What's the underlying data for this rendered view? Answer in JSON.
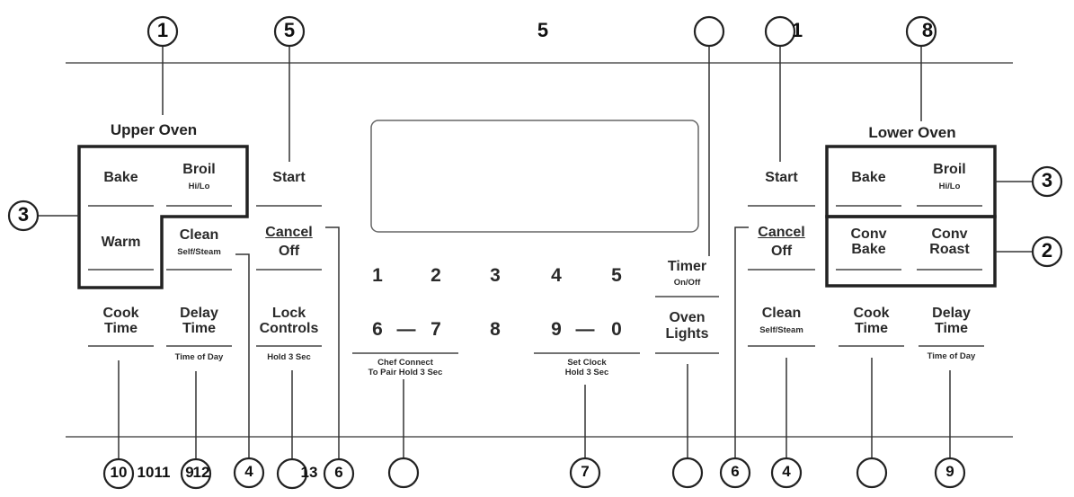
{
  "title_number": "5",
  "upper_oven": {
    "heading": "Upper Oven",
    "bake": "Bake",
    "broil": "Broil",
    "broil_sub": "Hi/Lo",
    "warm": "Warm",
    "clean": "Clean",
    "clean_sub": "Self/Steam",
    "start": "Start",
    "cancel": "Cancel",
    "off": "Off",
    "cook": "Cook",
    "cook_time": "Time",
    "delay": "Delay",
    "delay_time": "Time",
    "delay_sub": "Time of Day",
    "lock": "Lock",
    "lock_controls": "Controls",
    "lock_sub": "Hold 3 Sec"
  },
  "keypad": {
    "row1": [
      "1",
      "2",
      "3",
      "4",
      "5"
    ],
    "six": "6",
    "dash1": "—",
    "seven": "7",
    "eight": "8",
    "nine": "9",
    "dash2": "—",
    "zero": "0",
    "chef_line1": "Chef Connect",
    "chef_line2": "To Pair Hold 3 Sec",
    "clock_line1": "Set Clock",
    "clock_line2": "Hold 3 Sec"
  },
  "center": {
    "timer": "Timer",
    "timer_sub": "On/Off",
    "oven": "Oven",
    "lights": "Lights"
  },
  "lower_oven": {
    "heading": "Lower Oven",
    "start": "Start",
    "cancel": "Cancel",
    "off": "Off",
    "clean": "Clean",
    "clean_sub": "Self/Steam",
    "bake": "Bake",
    "broil": "Broil",
    "broil_sub": "Hi/Lo",
    "conv1": "Conv",
    "conv_bake": "Bake",
    "conv2": "Conv",
    "conv_roast": "Roast",
    "cook": "Cook",
    "cook_time": "Time",
    "delay": "Delay",
    "delay_time": "Time",
    "delay_sub": "Time of Day"
  },
  "callouts": {
    "top_1": "1",
    "top_5": "5",
    "top_right_1": "1",
    "top_8": "8",
    "left_3": "3",
    "right_3": "3",
    "right_2": "2",
    "bot_10": "10",
    "bot_overlap": "1011",
    "bot_9_12": "9",
    "bot_12": "12",
    "bot_4": "4",
    "bot_13": "13",
    "bot_6": "6",
    "bot_7": "7",
    "bot_6b": "6",
    "bot_4b": "4",
    "bot_9": "9"
  }
}
